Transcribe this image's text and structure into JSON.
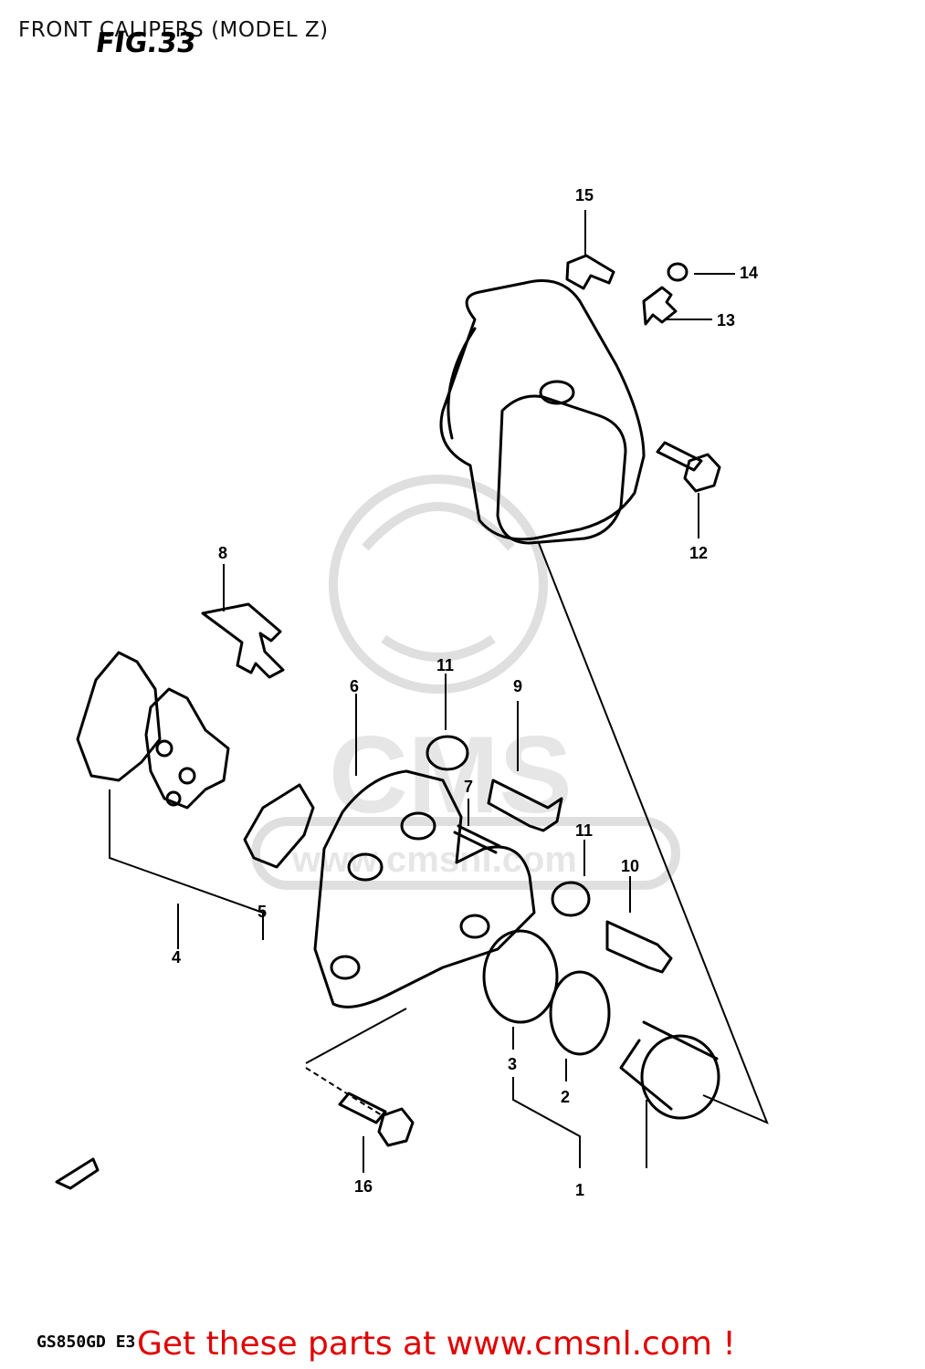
{
  "header": {
    "title": "FRONT CALIPERS (MODEL Z)",
    "fig_label": "FIG.33"
  },
  "footer": {
    "model_code": "GS850GD E3",
    "cta": "Get these parts at www.cmsnl.com !"
  },
  "callouts": [
    "15",
    "14",
    "13",
    "12",
    "8",
    "11",
    "9",
    "6",
    "7",
    "11",
    "10",
    "4",
    "5",
    "3",
    "2",
    "1",
    "16"
  ],
  "watermark": {
    "name": "CMS",
    "url": "www.cmsnl.com"
  },
  "colors": {
    "line": "#000000",
    "cta": "#e00000",
    "watermark": "#d8d8d8"
  }
}
